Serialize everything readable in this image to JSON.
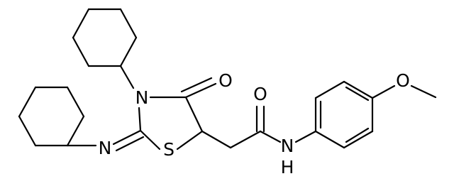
{
  "atoms": {
    "n_ring": "N",
    "s_ring": "S",
    "o_ring_carbonyl": "O",
    "n_imine": "N",
    "o_amide": "O",
    "n_amide": "N",
    "h_amide": "H",
    "o_methoxy": "O"
  },
  "colors": {
    "bond": "#000000",
    "label": "#000000",
    "background": "#ffffff"
  }
}
